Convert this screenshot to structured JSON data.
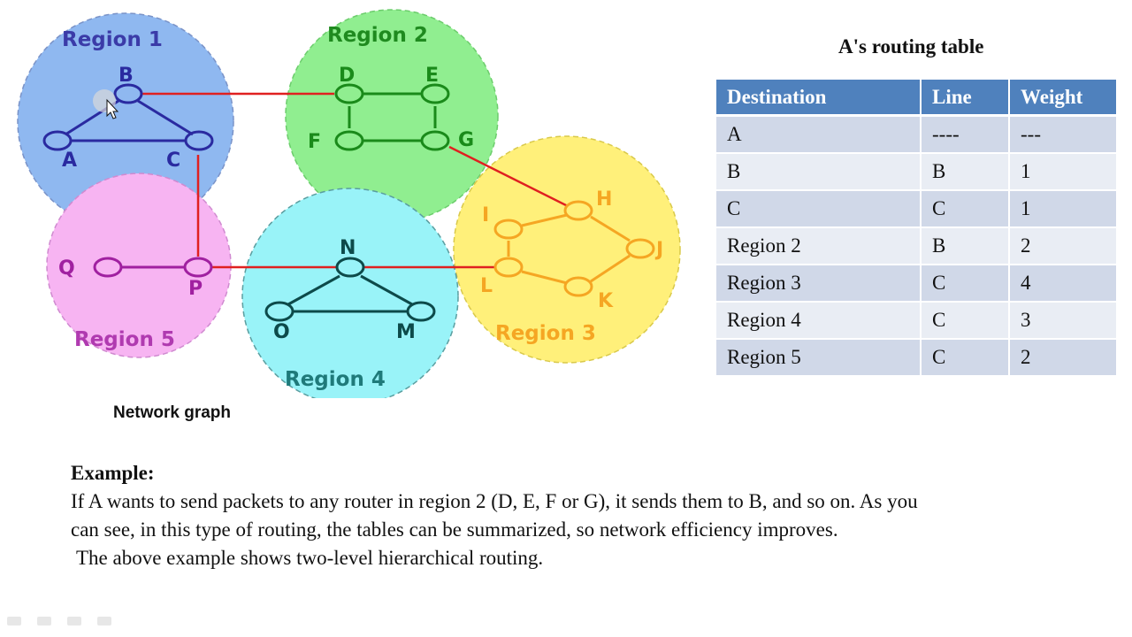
{
  "network_graph": {
    "caption": "Network graph",
    "regions": [
      {
        "label": "Region 1",
        "color": "#8fb8f0",
        "label_color": "#3b3ba8"
      },
      {
        "label": "Region 2",
        "color": "#90ee90",
        "label_color": "#1f8a1f"
      },
      {
        "label": "Region 3",
        "color": "#fff07a",
        "label_color": "#f5a623"
      },
      {
        "label": "Region 4",
        "color": "#99f3f8",
        "label_color": "#1f7a7a"
      },
      {
        "label": "Region 5",
        "color": "#f7b4f2",
        "label_color": "#b03ab0"
      }
    ],
    "nodes": {
      "A": "A",
      "B": "B",
      "C": "C",
      "D": "D",
      "E": "E",
      "F": "F",
      "G": "G",
      "H": "H",
      "I": "I",
      "J": "J",
      "K": "K",
      "L": "L",
      "M": "M",
      "N": "N",
      "O": "O",
      "P": "P",
      "Q": "Q"
    },
    "inter_region_link_color": "#e02020"
  },
  "routing_table": {
    "title": "A's routing table",
    "columns": [
      "Destination",
      "Line",
      "Weight"
    ],
    "rows": [
      {
        "destination": "A",
        "line": "----",
        "weight": "---"
      },
      {
        "destination": "B",
        "line": "B",
        "weight": "1"
      },
      {
        "destination": "C",
        "line": "C",
        "weight": "1"
      },
      {
        "destination": "Region 2",
        "line": "B",
        "weight": "2"
      },
      {
        "destination": "Region 3",
        "line": "C",
        "weight": "4"
      },
      {
        "destination": "Region 4",
        "line": "C",
        "weight": "3"
      },
      {
        "destination": "Region 5",
        "line": "C",
        "weight": "2"
      }
    ],
    "header_color": "#4f81bd"
  },
  "example": {
    "title": "Example:",
    "line1": "If A wants to send packets to any router in region 2 (D, E, F or G), it sends them to B, and so on. As you",
    "line2": "can see, in this type of routing, the tables can be summarized, so network efficiency improves.",
    "line3": "The above example shows two-level hierarchical routing."
  }
}
